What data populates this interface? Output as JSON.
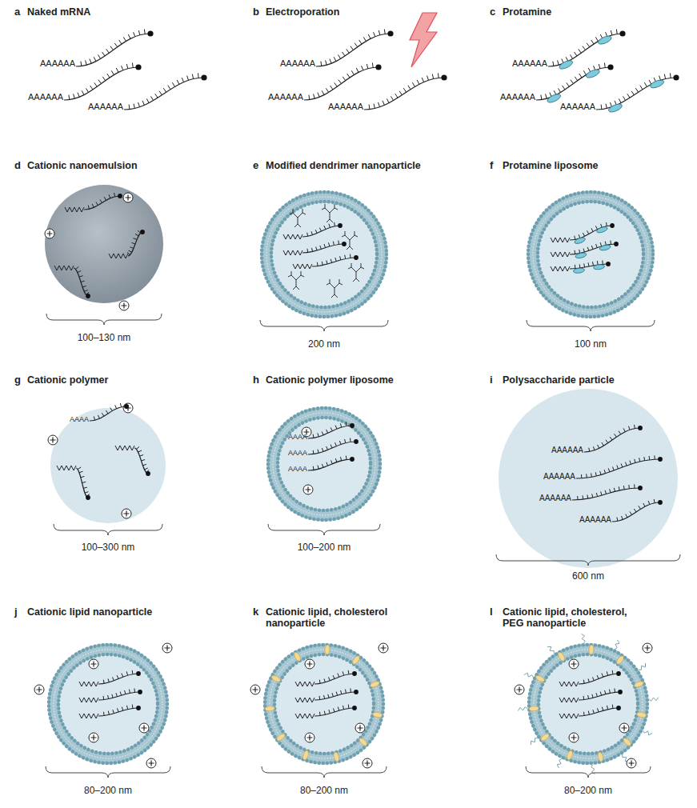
{
  "diagram": {
    "labels": [
      "a",
      "Naked mRNA",
      "AAAAAA",
      "AAAAAA",
      "AAAAAA",
      "b",
      "Electroporation",
      "AAAAAA",
      "AAAAAA",
      "AAAAAA",
      "c",
      "Protamine",
      "AAAAAA",
      "AAAAAA",
      "AAAAAA",
      "d",
      "Cationic nanoemulsion",
      "100–130 nm",
      "e",
      "Modified dendrimer nanoparticle",
      "200 nm",
      "f",
      "Protamine liposome",
      "100 nm",
      "g",
      "Cationic polymer",
      "AAAA",
      "100–300 nm",
      "h",
      "Cationic polymer liposome",
      "AAAA",
      "AAAA",
      "AAAA",
      "100–200 nm",
      "i",
      "Polysaccharide particle",
      "AAAAAA",
      "AAAAAA",
      "AAAAAA",
      "AAAAAA",
      "600 nm",
      "j",
      "Cationic lipid nanoparticle",
      "80–200 nm",
      "k",
      "Cationic lipid, cholesterol nanoparticle",
      "80–200 nm",
      "l",
      "Cationic lipid, cholesterol, PEG nanoparticle",
      "80–200 nm"
    ]
  }
}
